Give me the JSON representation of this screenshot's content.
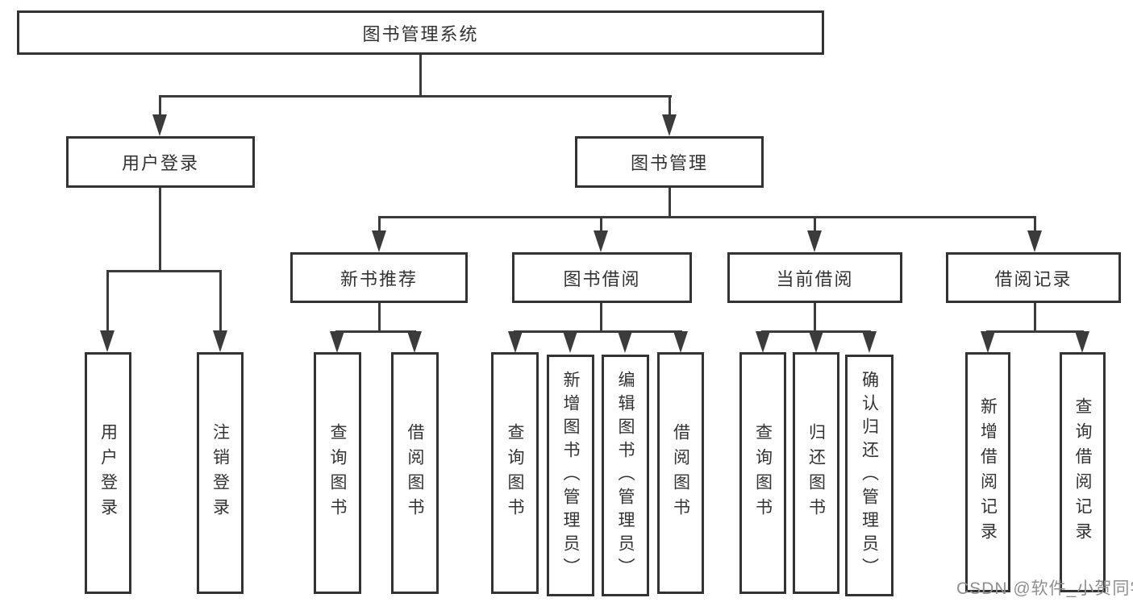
{
  "tree": {
    "label": "图书管理系统",
    "children": [
      {
        "label": "用户登录",
        "children": [
          {
            "label": "用户登录"
          },
          {
            "label": "注销登录"
          }
        ]
      },
      {
        "label": "图书管理",
        "children": [
          {
            "label": "新书推荐",
            "children": [
              {
                "label": "查询图书"
              },
              {
                "label": "借阅图书"
              }
            ]
          },
          {
            "label": "图书借阅",
            "children": [
              {
                "label": "查询图书"
              },
              {
                "label": "新增图书（管理员）"
              },
              {
                "label": "编辑图书（管理员）"
              },
              {
                "label": "借阅图书"
              }
            ]
          },
          {
            "label": "当前借阅",
            "children": [
              {
                "label": "查询图书"
              },
              {
                "label": "归还图书"
              },
              {
                "label": "确认归还（管理员）"
              }
            ]
          },
          {
            "label": "借阅记录",
            "children": [
              {
                "label": "新增借阅记录"
              },
              {
                "label": "查询借阅记录"
              }
            ]
          }
        ]
      }
    ]
  },
  "watermark": {
    "text": "CSDN @软件_小贺同学"
  },
  "colors": {
    "box_border": "#333333",
    "connector": "#3b3b3b",
    "text": "#333333",
    "watermark_text": "#8f8f8f",
    "background": "#ffffff"
  }
}
